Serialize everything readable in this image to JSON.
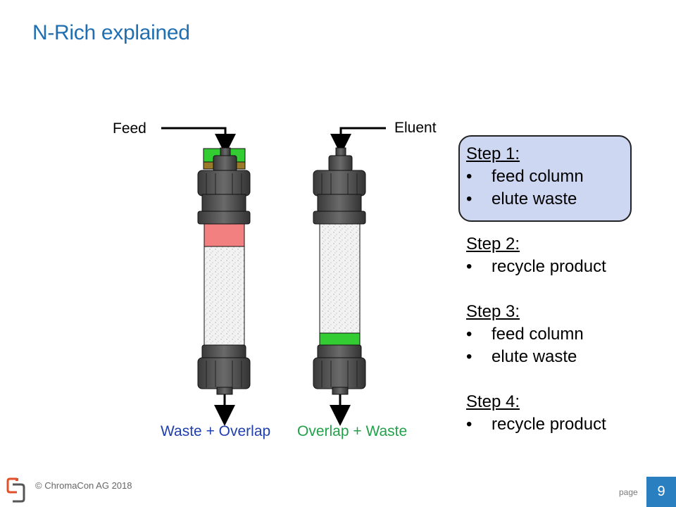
{
  "title": "N-Rich explained",
  "labels": {
    "feed": "Feed",
    "eluent": "Eluent",
    "outlet_left": "Waste + Overlap",
    "outlet_right": "Overlap + Waste"
  },
  "steps": [
    {
      "heading": "Step 1:",
      "items": [
        "feed column",
        "elute waste"
      ],
      "highlighted": true
    },
    {
      "heading": "Step 2:",
      "items": [
        "recycle product"
      ],
      "highlighted": false
    },
    {
      "heading": "Step 3:",
      "items": [
        "feed column",
        "elute waste"
      ],
      "highlighted": false
    },
    {
      "heading": "Step 4:",
      "items": [
        "recycle product"
      ],
      "highlighted": false
    }
  ],
  "bullet": "•",
  "footer": {
    "copyright": "© ChromaCon AG 2018",
    "page_label": "page",
    "page_number": "9"
  },
  "colors": {
    "title": "#1f6fb2",
    "highlight_box": "#cdd7f2",
    "waste_overlap_text": "#1f3fae",
    "overlap_waste_text": "#23a04a",
    "green_band": "#33cc33",
    "red_band": "#f28080",
    "brown_band": "#9a7a28",
    "page_box": "#2a7fc0",
    "logo_orange": "#e0502a"
  }
}
